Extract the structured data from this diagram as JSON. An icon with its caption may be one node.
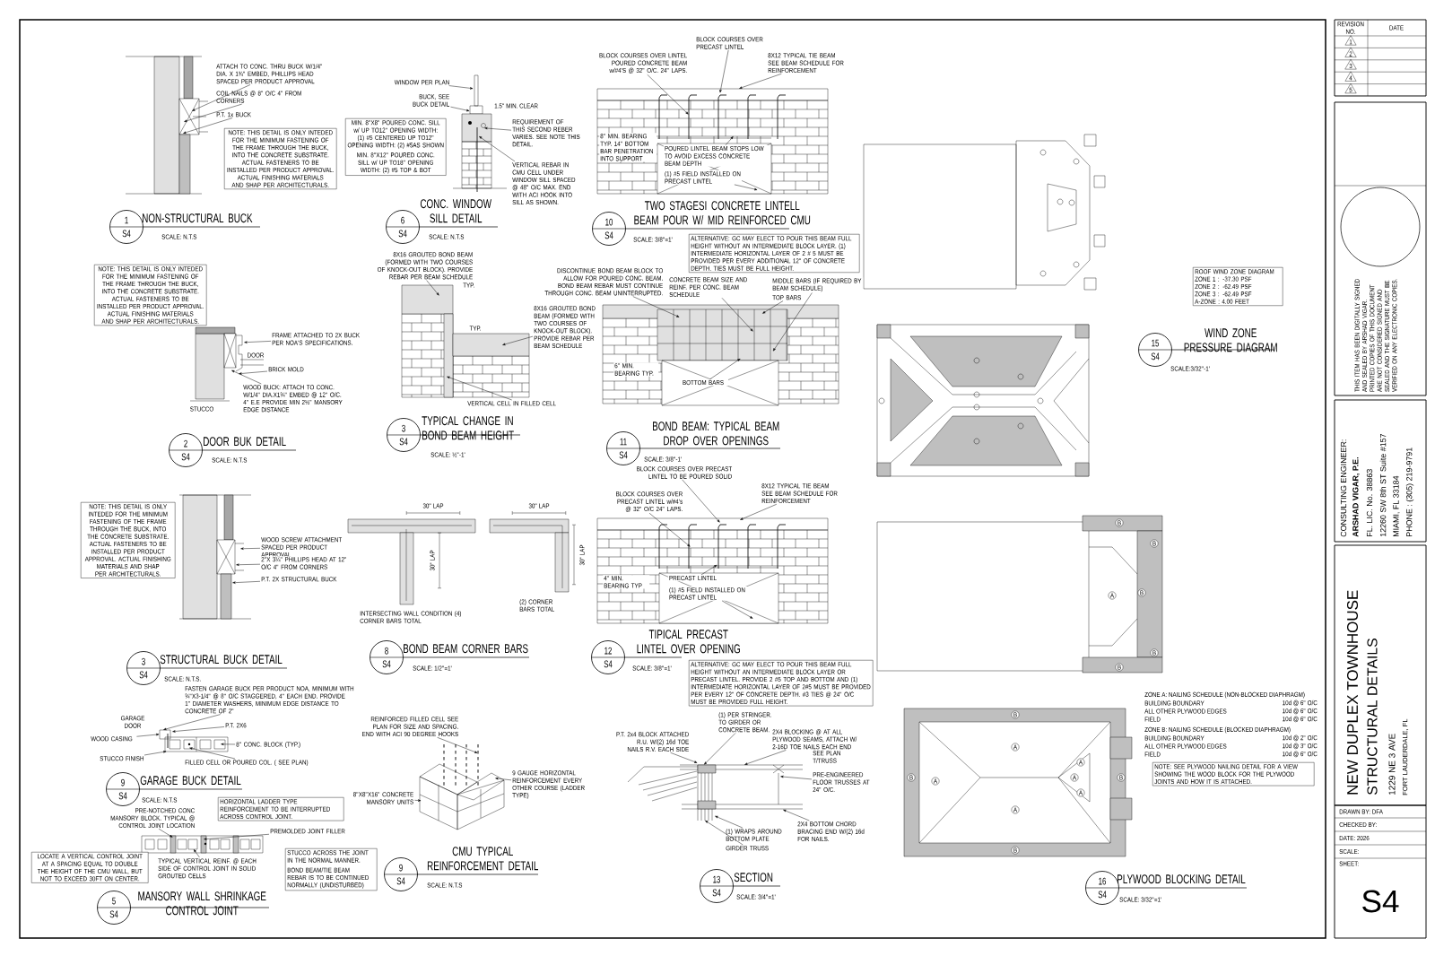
{
  "diagram": {
    "nodes": [
      {
        "text": [
          "1",
          "S4"
        ],
        "beside": [
          "NON-STRUCTURAL BUCK",
          "SCALE: N.T.S"
        ]
      },
      {
        "text": [
          "6",
          "S4"
        ],
        "beside": [
          "CONC. WINDOW SILL DETAIL",
          "SCALE: N.T.S"
        ]
      },
      {
        "text": [
          "10",
          "S4"
        ],
        "beside": [
          "TWO STAGESI CONCRETE LINTELL BEAM POUR W/ MID REINFORCED CMU",
          "SCALE: 3/8\"=1'"
        ]
      },
      {
        "text": [
          "2",
          "S4"
        ],
        "beside": [
          "DOOR BUK DETAIL",
          "SCALE: N.T.S"
        ]
      },
      {
        "text": [
          "3",
          "S4"
        ],
        "beside": [
          "TYPICAL CHANGE IN BOND BEAM HEIGHT",
          "SCALE: ½\"-1'"
        ]
      },
      {
        "text": [
          "11",
          "S4"
        ],
        "beside": [
          "BOND BEAM: TYPICAL BEAM DROP OVER OPENINGS",
          "SCALE: 3/8\"-1'"
        ]
      },
      {
        "text": [
          "3",
          "S4"
        ],
        "beside": [
          "STRUCTURAL BUCK DETAIL",
          "SCALE: N.T.S."
        ]
      },
      {
        "text": [
          "8",
          "S4"
        ],
        "beside": [
          "BOND BEAM CORNER BARS",
          "SCALE: 1/2\"=1'"
        ]
      },
      {
        "text": [
          "12",
          "S4"
        ],
        "beside": [
          "TIPICAL PRECAST LINTEL OVER OPENING",
          "SCALE: 3/8\"=1'"
        ]
      },
      {
        "text": [
          "9",
          "S4"
        ],
        "beside": [
          "GARAGE BUCK DETAIL",
          "SCALE: N.T.S"
        ]
      },
      {
        "text": [
          "9",
          "S4"
        ],
        "beside": [
          "CMU TYPICAL REINFORCEMENT DETAIL",
          "SCALE: N.T.S"
        ]
      },
      {
        "text": [
          "5",
          "S4"
        ],
        "beside": [
          "MANSORY WALL SHRINKAGE CONTROL JOINT"
        ]
      },
      {
        "text": [
          "13",
          "S4"
        ],
        "beside": [
          "SECTION",
          "SCALE: 3/4\"=1'"
        ]
      },
      {
        "text": [
          "15",
          "S4"
        ],
        "beside": [
          "WIND ZONE PRESSURE DIAGRAM",
          "SCALE:3/32\"-1'"
        ]
      },
      {
        "text": [
          "16",
          "S4"
        ],
        "beside": [
          "PLYWOOD BLOCKING DETAIL",
          "SCALE: 3/32\"=1'"
        ]
      },
      {
        "text": [
          "NOTE: THIS DETAIL IS ONLY INTEDED FOR THE MINIMUM FASTENING OF THE FRAME THROUGH THE BUCK, INTO THE CONCRETE SUBSTRATE. ACTUAL FASTENERS TO BE INSTALLED PER PRODUCT APPROVAL. ACTUAL FINISHING MATERIALS AND SHAP PER ARCHITECTURALS."
        ]
      },
      {
        "text": [
          "NOTE: THIS DETAIL IS ONLY INTEDED FOR THE MINIMUM FASTENING OF THE FRAME THROUGH THE BUCK, INTO THE CONCRETE SUBSTRATE. ACTUAL FASTENERS TO BE INSTALLED PER PRODUCT APPROVAL. ACTUAL FINISHING MATERIALS AND SHAP PER ARCHITECTURALS."
        ]
      },
      {
        "text": [
          "NOTE: THIS DETAIL IS ONLY INTEDED FOR THE MINIMUM FASTENING OF THE FRAME THROUGH THE BUCK, INTO THE CONCRETE SUBSTRATE. ACTUAL FASTENERS TO BE INSTALLED PER PRODUCT APPROVAL. ACTUAL FINISHING MATERIALS AND SHAP PER ARCHITECTURALS."
        ]
      },
      {
        "text": [
          "MIN. 8\"X8\" POURED CONC. SILL w/ UP TO12\" OPENING WIDTH: (1) #5 CENTERED UP TO12\" OPENING WIDTH: (2) #5AS SHOWN",
          "MIN. 8\"X12\" POURED CONC. SILL w/ UP TO18\" OPENING WIDTH: (2) #5 TOP & BOT"
        ]
      },
      {
        "text": [
          "ALTERNATIVE: GC MAY ELECT TO POUR THIS BEAM FULL HEIGHT WITHOUT AN INTERMEDIATE BLOCK LAYER. (1) INTERMEDIATE HORIZONTAL LAYER OF 2 # 5 MUST BE PROVIDED PER EVERY ADDITIONAL 12\" OF CONCRETE DEPTH. TIES MUST BE FULL HEIGHT."
        ]
      },
      {
        "text": [
          "ALTERNATIVE: GC MAY ELECT TO POUR THIS BEAM FULL HEIGHT WITHOUT AN INTERMEDIATE BLOCK LAYER OR PRECAST LINTEL. PROVIDE 2 #5 TOP AND BOTTOM AND (1) INTERMEDIATE HORIZONTAL LAYER OF 2#5 MUST BE PROVIDED PER EVERY 12\" OF CONCRETE DEPTH. #3 TIES @ 24\" O/C MUST BE PROVIDED FULL HEIGHT."
        ]
      },
      {
        "text": [
          "HORIZONTAL LADDER TYPE REINFORCEMENT TO BE INTERRUPTED ACROSS CONTROL JOINT."
        ]
      },
      {
        "text": [
          "LOCATE A VERTICAL CONTROL JOINT AT A SPACING EQUAL TO DOUBLE THE HEIGHT OF THE CMU WALL, BUT NOT TO EXCEED 30FT ON CENTER."
        ]
      },
      {
        "text": [
          "STUCCO ACROSS THE JOINT IN THE NORMAL MANNER.",
          "BOND BEAM/TIE BEAM REBAR IS TO BE CONTINUED NORMALLY (UNDISTURBED)"
        ]
      },
      {
        "text": [
          "ROOF WIND ZONE DIAGRAM",
          "ZONE 1 : -37.30 PSF",
          "ZONE 2 : -62.49 PSF",
          "ZONE 3 : -62.49 PSF",
          "A-ZONE : 4.00 FEET"
        ]
      },
      {
        "text": [
          "NOTE: SEE PLYWOOD NAILING DETAIL FOR A VIEW SHOWING THE WOOD BLOCK FOR THE PLYWOOD JOINTS AND HOW IT IS ATTACHED."
        ]
      },
      {
        "text": [
          "ATTACH TO CONC. THRU BUCK W/1/4\" DIA. X 1¾\" EMBED, PHILLIPS HEAD SPACED PER PRODUCT APPROVAL"
        ]
      },
      {
        "text": [
          "COIL NAILS @ 8\" O/C 4\" FROM CORNERS"
        ]
      },
      {
        "text": [
          "P.T. 1x BUCK"
        ]
      },
      {
        "text": [
          "WINDOW PER PLAN"
        ]
      },
      {
        "text": [
          "BUCK, SEE BUCK DETAIL"
        ]
      },
      {
        "text": [
          "REQUIREMENT OF THIS SECOND REBER VARIES. SEE NOTE THIS DETAIL."
        ]
      },
      {
        "text": [
          "VERTICAL REBAR IN CMU CELL UNDER WINDOW SILL SPACED @ 48\" O/C MAX. END WITH ACI HOOK INTO SILL AS SHOWN."
        ]
      },
      {
        "text": [
          "FRAME ATTACHED TO 2X BUCK PER NOA'S SPECIFICATIONS."
        ]
      },
      {
        "text": [
          "BRICK MOLD"
        ]
      },
      {
        "text": [
          "WOOD BUCK: ATTACH TO CONC. W/1/4\" DIA.X1¾\" EMBED @ 12\" O/C. 4\" E.E PROVIDE MIN 2½\" MANSORY EDGE DISTANCE"
        ]
      },
      {
        "text": [
          "8X16 GROUTED BOND BEAM (FORMED WITH TWO COURSES OF KNOCK-OUT BLOCK). PROVIDE REBAR PER BEAM SCHEDULE"
        ]
      },
      {
        "text": [
          "8X16 GROUTED BOND BEAM (FORMED WITH TWO COURSES OF KNOCK-OUT BLOCK). PROVIDE REBAR PER BEAM SCHEDULE"
        ]
      },
      {
        "text": [
          "VERTICAL CELL IN FILLED CELL"
        ]
      },
      {
        "text": [
          "BLOCK COURSES OVER PRECAST LINTEL"
        ]
      },
      {
        "text": [
          "BLOCK COURSES OVER LINTEL POURED CONCRETE BEAM w/#4'S @ 32\" O/C. 24\" LAPS."
        ]
      },
      {
        "text": [
          "8X12 TYPICAL TIE BEAM SEE BEAM SCHEDULE FOR REINFORCEMENT"
        ]
      },
      {
        "text": [
          "POURED LINTEL BEAM STOPS LOW TO AVOID EXCESS CONCRETE BEAM DEPTH"
        ],
        "in": 78
      },
      {
        "text": [
          "(1) #5 FIELD INSTALLED ON PRECAST LINTEL"
        ],
        "in": 78
      },
      {
        "text": [
          "DISCONTINUE BOND BEAM BLOCK TO ALLOW FOR POURED CONC. BEAM. BOND BEAM REBAR MUST CONTINUE THROUGH CONC. BEAM UNINTERRUPTED."
        ]
      },
      {
        "text": [
          "CONCRETE BEAM SIZE AND REINF. PER CONC. BEAM SCHEDULE"
        ]
      },
      {
        "text": [
          "TOP BARS"
        ]
      },
      {
        "text": [
          "MIDDLE BARS (IF REQUIRED BY BEAM SCHEDULE)"
        ]
      },
      {
        "text": [
          "BOTTOM BARS"
        ],
        "in": 81
      },
      {
        "text": [
          "WOOD SCREW ATTACHMENT SPACED PER PRODUCT APPROVAL"
        ]
      },
      {
        "text": [
          "2\"X 3¼\" PHILLIPS HEAD AT 12\" O/C 4\" FROM CORNERS"
        ]
      },
      {
        "text": [
          "P.T. 2X STRUCTURAL BUCK"
        ]
      },
      {
        "text": [
          "FASTEN GARAGE BUCK PER PRODUCT NOA, MINIMUM WITH ¾\"X3-1/4\" @ 8\" O/C STAGGERED, 4\" EACH END. PROVIDE 1\" DIAMETER WASHERS, MINIMUM EDGE DISTANCE TO CONCRETE OF 2\""
        ]
      },
      {
        "text": [
          "P.T. 2X6"
        ]
      },
      {
        "text": [
          "WOOD CASING"
        ]
      },
      {
        "text": [
          "8\" CONC. BLOCK (TYP.)"
        ]
      },
      {
        "text": [
          "STUCCO FINISH"
        ]
      },
      {
        "text": [
          "FILLED CELL OR POURED COL. ( SEE PLAN)"
        ]
      },
      {
        "text": [
          "PRE-NOTCHED CONC MANSORY BLOCK. TYPICAL @ CONTROL JOINT LOCATION"
        ]
      },
      {
        "text": [
          "PREMOLDED JOINT FILLER"
        ]
      },
      {
        "text": [
          "TYPICAL VERTICAL REINF. @ EACH SIDE OF CONTROL JOINT IN SOLID GROUTED CELLS"
        ]
      },
      {
        "text": [
          "REINFORCED FILLED CELL SEE PLAN FOR SIZE AND SPACING. END WITH ACI 90 DEGREE HOOKS"
        ]
      },
      {
        "text": [
          "9 GAUGE HORIZONTAL REINFORCEMENT EVERY OTHER COURSE (LADDER TYPE)"
        ]
      },
      {
        "text": [
          "8\"X8\"X16\" CONCRETE MANSORY UNITS"
        ]
      },
      {
        "text": [
          "BLOCK COURSES OVER PRECAST LINTEL TO BE POURED SOLID"
        ]
      },
      {
        "text": [
          "BLOCK COURSES OVER PRECAST LINTEL w/#4's @ 32\" O/C 24\" LAPS."
        ]
      },
      {
        "text": [
          "8X12 TYPICAL TIE BEAM SEE BEAM SCHEDULE FOR REINFORCEMENT"
        ]
      },
      {
        "text": [
          "PRECAST LINTEL"
        ],
        "in": 83
      },
      {
        "text": [
          "(1) #5 FIELD INSTALLED ON PRECAST LINTEL"
        ],
        "in": 83
      },
      {
        "text": [
          "(1) PER STRINGER. TO GIRDER OR CONCRETE BEAM."
        ]
      },
      {
        "text": [
          "P.T. 2x4 BLOCK ATTACHED R.U. W/(2) 16d TOE NAILS R.V. EACH SIDE"
        ]
      },
      {
        "text": [
          "2X4 BLOCKING @ AT ALL PLYWOOD SEAMS, ATTACH W/ 2-16D TOE NAILS EACH END"
        ]
      },
      {
        "text": [
          "PRE-ENGINEERED FLOOR TRUSSES AT 24\" O/C."
        ]
      },
      {
        "text": [
          "(1) WRAPS AROUND BOTTOM PLATE"
        ]
      },
      {
        "text": [
          "GIRDER TRUSS"
        ]
      },
      {
        "text": [
          "2X4 BOTTOM CHORD BRACING END W/(2) 16d FOR NAILS."
        ]
      },
      {
        "text": [],
        "shape": "picture"
      },
      {
        "text": [],
        "shape": "picture"
      },
      {
        "text": [],
        "shape": "picture"
      },
      {
        "text": [],
        "shape": "picture"
      },
      {
        "text": [],
        "shape": "picture"
      },
      {
        "text": [],
        "shape": "picture"
      },
      {
        "text": [],
        "shape": "picture"
      },
      {
        "text": [],
        "shape": "picture"
      },
      {
        "text": [],
        "shape": "picture"
      },
      {
        "text": [],
        "shape": "picture"
      },
      {
        "text": [],
        "shape": "picture"
      },
      {
        "text": [],
        "shape": "picture"
      }
    ],
    "edges": [
      {
        "from": 26,
        "to": 76,
        "arrow": "to"
      },
      {
        "from": 27,
        "to": 76,
        "arrow": "to"
      },
      {
        "from": 28,
        "to": 76,
        "arrow": "to"
      },
      {
        "from": 29,
        "to": 77,
        "arrow": "to"
      },
      {
        "from": 30,
        "to": 77,
        "arrow": "to"
      },
      {
        "from": 31,
        "to": 77,
        "arrow": "to"
      },
      {
        "from": 32,
        "to": 77,
        "arrow": "to"
      },
      {
        "from": 33,
        "to": 79,
        "arrow": "to"
      },
      {
        "from": 34,
        "to": 79,
        "arrow": "to"
      },
      {
        "from": 35,
        "to": 79,
        "arrow": "to"
      },
      {
        "from": 36,
        "to": 80,
        "arrow": "to"
      },
      {
        "from": 37,
        "to": 80,
        "arrow": "to"
      },
      {
        "from": 38,
        "to": 80,
        "arrow": "to"
      },
      {
        "from": 39,
        "to": 78,
        "arrow": "to"
      },
      {
        "from": 40,
        "to": 78,
        "arrow": "to"
      },
      {
        "from": 41,
        "to": 78,
        "arrow": "to"
      },
      {
        "from": 42,
        "to": 78,
        "arrow": "to"
      },
      {
        "from": 43,
        "to": 78,
        "arrow": "to"
      },
      {
        "from": 44,
        "to": 81,
        "arrow": "to"
      },
      {
        "from": 45,
        "to": 81,
        "arrow": "to"
      },
      {
        "from": 46,
        "to": 81,
        "arrow": "to"
      },
      {
        "from": 47,
        "to": 81,
        "arrow": "to"
      },
      {
        "from": 48,
        "to": 81,
        "arrow": "to"
      },
      {
        "from": 49,
        "to": 82,
        "arrow": "to"
      },
      {
        "from": 50,
        "to": 82,
        "arrow": "to"
      },
      {
        "from": 51,
        "to": 82,
        "arrow": "to"
      },
      {
        "from": 52,
        "to": 84,
        "arrow": "to"
      },
      {
        "from": 53,
        "to": 84,
        "arrow": "to"
      },
      {
        "from": 54,
        "to": 84,
        "arrow": "to"
      },
      {
        "from": 55,
        "to": 84,
        "arrow": "to"
      },
      {
        "from": 56,
        "to": 84,
        "arrow": "to"
      },
      {
        "from": 57,
        "to": 84,
        "arrow": "to"
      },
      {
        "from": 58,
        "to": 85,
        "arrow": "to"
      },
      {
        "from": 59,
        "to": 85,
        "arrow": "to"
      },
      {
        "from": 60,
        "to": 85,
        "arrow": "to"
      },
      {
        "from": 61,
        "to": 86,
        "arrow": "to"
      },
      {
        "from": 62,
        "to": 86,
        "arrow": "to"
      },
      {
        "from": 63,
        "to": 86,
        "arrow": "to"
      },
      {
        "from": 64,
        "to": 83,
        "arrow": "to"
      },
      {
        "from": 65,
        "to": 83,
        "arrow": "to"
      },
      {
        "from": 66,
        "to": 83,
        "arrow": "to"
      },
      {
        "from": 67,
        "to": 83,
        "arrow": "to"
      },
      {
        "from": 68,
        "to": 83,
        "arrow": "to"
      },
      {
        "from": 69,
        "to": 87,
        "arrow": "to"
      },
      {
        "from": 70,
        "to": 87,
        "arrow": "to"
      },
      {
        "from": 71,
        "to": 87,
        "arrow": "to"
      },
      {
        "from": 72,
        "to": 87,
        "arrow": "to"
      },
      {
        "from": 73,
        "to": 87,
        "arrow": "to"
      },
      {
        "from": 74,
        "to": 87,
        "arrow": "to"
      },
      {
        "from": 75,
        "to": 87,
        "arrow": "to"
      }
    ],
    "labels": [
      "1.5\" MIN. CLEAR",
      "DOOR",
      "STUCCO",
      "TYP.",
      "TYP.",
      "8\" MIN. BEARING TYP. 14\" BOTTOM BAR PENETRATION INTO SUPPORT",
      "6\" MIN. BEARING TYP.",
      "30\" LAP",
      "30\" LAP",
      "30\" LAP",
      "30\" LAP",
      "INTERSECTING WALL CONDITION (4) CORNER BARS TOTAL",
      "(2) CORNER BARS TOTAL",
      "4\" MIN. BEARING TYP",
      "GARAGE DOOR",
      "SEE PLAN T/TRUSS",
      "ZONE A: NAILING SCHEDULE (NON-BLOCKED DIAPHRAGM)",
      "BUILDING BOUNDARY",
      "10d @ 6\" O/C",
      "ALL OTHER PLYWOOD EDGES",
      "10d @ 6\" O/C",
      "FIELD",
      "10d @ 6\" O/C",
      "ZONE B: NAILING SCHEDULE (BLOCKED DIAPHRAGM)",
      "BUILDING BOUNDARY",
      "10d @ 2\" O/C",
      "ALL OTHER PLYWOOD EDGES",
      "10d @ 3\" O/C",
      "FIELD",
      "10d @ 6\" O/C",
      "B",
      "B",
      "A",
      "B",
      "B",
      "B",
      "B",
      "A",
      "A",
      "B",
      "A",
      "A",
      "A",
      "A",
      "B",
      "B",
      "REVISION NO.",
      "DATE",
      "1",
      "2",
      "3",
      "4",
      "5",
      "THIS ITEM HAS BEEN DIGITALLY SIGNED AND SEALED BY ARSHAD VIGAR. PRINTED COPIES OF THIS DOCUMENT ARE NOT CONSIDERED SIGNED AND SEALED AND THE SIGNATURE MUST BE VERIFIED ON ANY ELECTRONIC COPIES.",
      "CONSULTING ENGINEER:",
      "ARSHAD VIGAR, P.E.",
      "FL. LIC. No. 38863",
      "12260 SW 8th ST Suite #157",
      "MIAMI, FL 33184",
      "PHONE : (305) 219-9791",
      "NEW DUPLEX TOWNHOUSE",
      "STRUCTURAL DETAILS",
      "1229 NE 3 AVE",
      "FORT LAUDERDALE, FL",
      "DRAWN BY: DFA",
      "CHECKED BY:",
      "DATE: 2026",
      "SCALE:",
      "SHEET:",
      "S4"
    ]
  }
}
